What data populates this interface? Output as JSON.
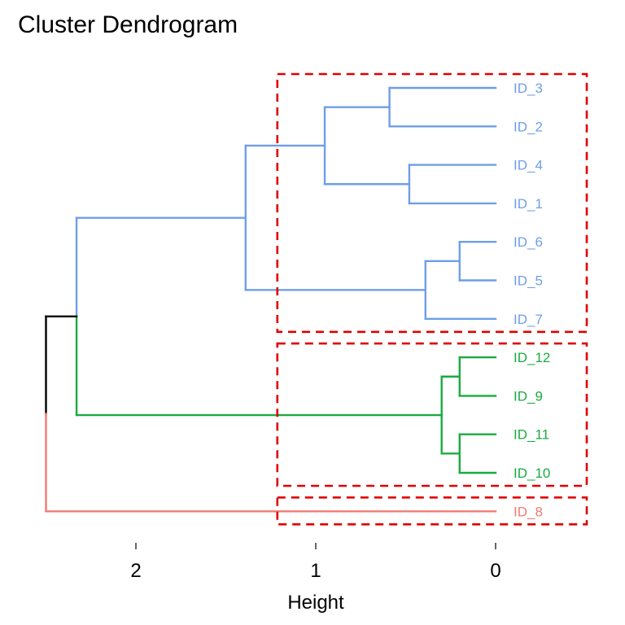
{
  "chart_data": {
    "type": "dendrogram",
    "title": "Cluster Dendrogram",
    "xlabel": "Height",
    "ylabel": "",
    "orientation": "horizontal",
    "x_ticks": [
      2,
      1,
      0
    ],
    "xlim": [
      2.5,
      -0.5
    ],
    "leaves": [
      {
        "label": "ID_3",
        "cluster": 1
      },
      {
        "label": "ID_2",
        "cluster": 1
      },
      {
        "label": "ID_4",
        "cluster": 1
      },
      {
        "label": "ID_1",
        "cluster": 1
      },
      {
        "label": "ID_6",
        "cluster": 1
      },
      {
        "label": "ID_5",
        "cluster": 1
      },
      {
        "label": "ID_7",
        "cluster": 1
      },
      {
        "label": "ID_12",
        "cluster": 2
      },
      {
        "label": "ID_9",
        "cluster": 2
      },
      {
        "label": "ID_11",
        "cluster": 2
      },
      {
        "label": "ID_10",
        "cluster": 2
      },
      {
        "label": "ID_8",
        "cluster": 3
      }
    ],
    "merges": [
      {
        "id": "m1",
        "children": [
          "ID_3",
          "ID_2"
        ],
        "height": 0.59,
        "cluster": 1
      },
      {
        "id": "m2",
        "children": [
          "ID_4",
          "ID_1"
        ],
        "height": 0.48,
        "cluster": 1
      },
      {
        "id": "m3",
        "children": [
          "m1",
          "m2"
        ],
        "height": 0.95,
        "cluster": 1
      },
      {
        "id": "m4",
        "children": [
          "ID_6",
          "ID_5"
        ],
        "height": 0.2,
        "cluster": 1
      },
      {
        "id": "m5",
        "children": [
          "m4",
          "ID_7"
        ],
        "height": 0.39,
        "cluster": 1
      },
      {
        "id": "m6",
        "children": [
          "m3",
          "m5"
        ],
        "height": 1.39,
        "cluster": 1
      },
      {
        "id": "m7",
        "children": [
          "ID_12",
          "ID_9"
        ],
        "height": 0.2,
        "cluster": 2
      },
      {
        "id": "m8",
        "children": [
          "ID_11",
          "ID_10"
        ],
        "height": 0.2,
        "cluster": 2
      },
      {
        "id": "m9",
        "children": [
          "m7",
          "m8"
        ],
        "height": 0.3,
        "cluster": 2
      },
      {
        "id": "m10",
        "children": [
          "m6",
          "m9"
        ],
        "height": 2.33,
        "cluster": 0
      },
      {
        "id": "m11",
        "children": [
          "m10",
          "ID_8"
        ],
        "height": 2.5,
        "cluster": 0
      }
    ],
    "rect_groups": [
      {
        "leaves": [
          "ID_3",
          "ID_7"
        ],
        "cut_height": 1.2
      },
      {
        "leaves": [
          "ID_12",
          "ID_10"
        ],
        "cut_height": 1.2
      },
      {
        "leaves": [
          "ID_8",
          "ID_8"
        ],
        "cut_height": 1.2
      }
    ],
    "colors": {
      "cluster_1": "#6F9EE8",
      "cluster_2": "#1AAB40",
      "cluster_3": "#F07B74",
      "root": "#000000",
      "rect": "#E00000"
    },
    "grid": false
  }
}
